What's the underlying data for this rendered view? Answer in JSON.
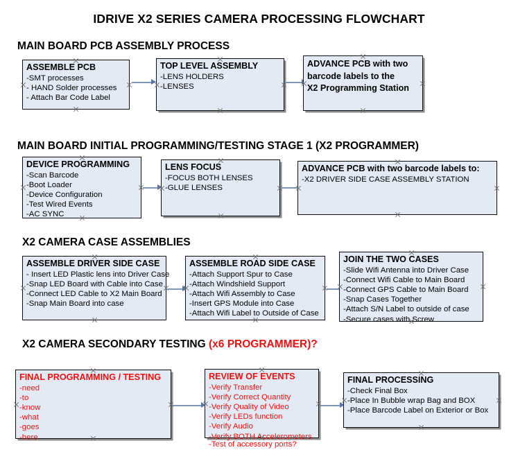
{
  "document": {
    "title": "IDRIVE X2  SERIES CAMERA PROCESSING FLOWCHART"
  },
  "colors": {
    "box_fill": "#e3eaf4",
    "box_border": "#0c0c0c",
    "arrow": "#5675a3",
    "red_text": "#ee1111",
    "shadow": "#8e8e8e"
  },
  "sections": [
    {
      "id": "pcb-assembly",
      "heading": "MAIN BOARD PCB ASSEMBLY PROCESS",
      "heading_red": "",
      "nodes": [
        {
          "id": "assemble-pcb",
          "title": "ASSEMBLE PCB",
          "lines": [
            "-SMT processes",
            "- HAND Solder processes",
            "- Attach Bar Code Label"
          ]
        },
        {
          "id": "top-level-assembly",
          "title": "TOP LEVEL ASSEMBLY",
          "lines": [
            "-LENS HOLDERS",
            "-LENSES"
          ]
        },
        {
          "id": "advance-pcb-station",
          "title": "",
          "lines": [
            "ADVANCE PCB with two",
            "barcode labels to the",
            " X2 Programming Station"
          ]
        }
      ]
    },
    {
      "id": "initial-programming",
      "heading": "MAIN BOARD INITIAL PROGRAMMING/TESTING STAGE 1 (X2 PROGRAMMER)",
      "heading_red": "",
      "nodes": [
        {
          "id": "device-programming",
          "title": "DEVICE PROGRAMMING",
          "lines": [
            "-Scan Barcode",
            "-Boot Loader",
            "-Device Configuration",
            "-Test Wired Events",
            "-AC SYNC"
          ]
        },
        {
          "id": "lens-focus",
          "title": "LENS FOCUS",
          "lines": [
            "-FOCUS BOTH LENSES",
            "-GLUE LENSES"
          ]
        },
        {
          "id": "advance-pcb-driver-side",
          "title": "ADVANCE PCB with two barcode labels to:",
          "lines": [
            "-X2 DRIVER  SIDE  CASE  ASSEMBLY STATION"
          ]
        }
      ]
    },
    {
      "id": "case-assemblies",
      "heading": "X2 CAMERA CASE ASSEMBLIES",
      "heading_red": "",
      "nodes": [
        {
          "id": "assemble-driver-side-case",
          "title": "ASSEMBLE DRIVER SIDE CASE",
          "lines": [
            "- Insert LED Plastic lens into Driver Case",
            "-Snap LED Board with Cable into Case",
            "-Connect LED Cable to X2 Main Board",
            "-Snap Main Board into case"
          ]
        },
        {
          "id": "assemble-road-side-case",
          "title": "ASSEMBLE ROAD SIDE CASE",
          "lines": [
            "-Attach Support Spur to Case",
            "-Attach Windshield Support",
            "-Attach Wifi Assembly to Case",
            "-Insert GPS Module into Case",
            "-Attach Wifi Label to Outside of Case"
          ]
        },
        {
          "id": "join-the-two-cases",
          "title": "JOIN THE TWO CASES",
          "lines": [
            "-Slide Wifi Antenna into Driver Case",
            "-Connect Wifi Cable to Main Board",
            "-Connect GPS Cable to Main Board",
            "-Snap Cases Together",
            "-Attach S/N Label to outside of case",
            "-Secure cases with Screw"
          ]
        }
      ]
    },
    {
      "id": "secondary-testing",
      "heading": "X2 CAMERA SECONDARY TESTING ",
      "heading_red": "(x6 PROGRAMMER)?",
      "nodes": [
        {
          "id": "final-programming-testing",
          "title": "FINAL PROGRAMMING / TESTING",
          "lines": [
            "-need",
            "-to",
            "-know",
            "-what",
            "-goes",
            "-here"
          ]
        },
        {
          "id": "review-of-events",
          "title": "REVIEW OF EVENTS",
          "lines": [
            "-Verify Transfer",
            "-Verify Correct Quantity",
            "-Verify Quality of Video",
            "-Verify LEDs function",
            "-Verify Audio",
            "-Verify BOTH Accelerometers"
          ],
          "overflow_line": "-Test of accessory ports?"
        },
        {
          "id": "final-processing",
          "title": "FINAL PROCESSING",
          "lines": [
            " -Check Final Box",
            "-Place In Bubble wrap Bag and BOX",
            "-Place Barcode Label on Exterior or Box"
          ]
        }
      ]
    }
  ]
}
